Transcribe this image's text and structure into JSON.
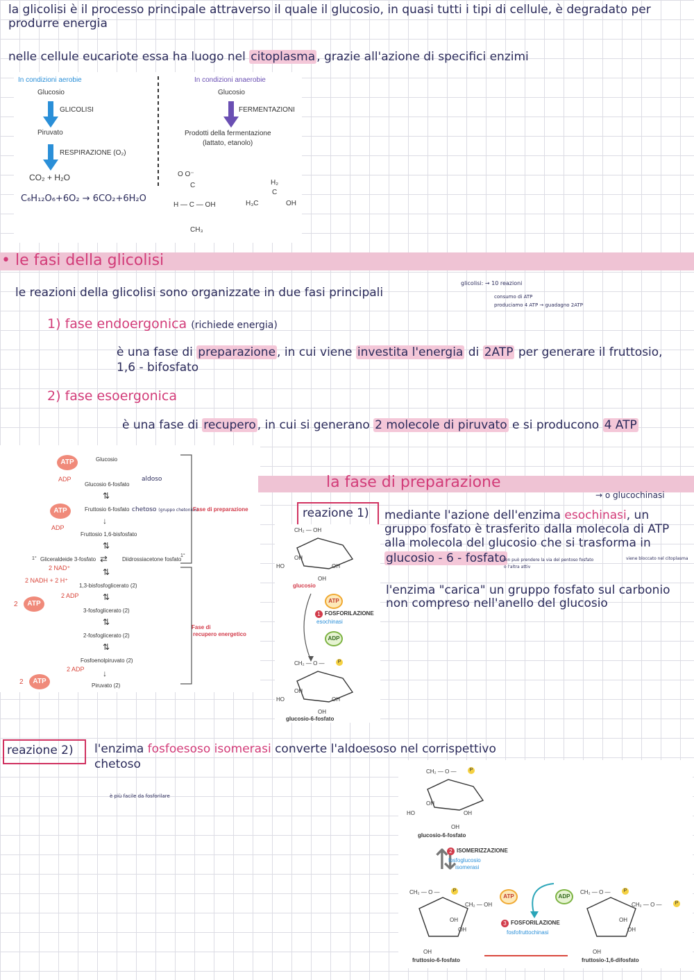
{
  "intro": {
    "line1": "la glicolisi è il processo principale attraverso il quale il glucosio, in quasi tutti i tipi di cellule, è degradato per",
    "line2": "produrre energia",
    "line3_a": "nelle cellule eucariote essa ha luogo nel ",
    "line3_hl": "citoplasma",
    "line3_b": ", grazie all'azione di specifici enzimi"
  },
  "fig1": {
    "aerobic_title": "In condizioni aerobie",
    "anaerobic_title": "In condizioni anaerobie",
    "glucose_left": "Glucosio",
    "glicolisi": "GLICOLISI",
    "piruvato": "Piruvato",
    "respirazione": "RESPIRAZIONE (O₂)",
    "co2_h2o": "CO₂ + H₂O",
    "equation": "C₆H₁₂O₆+6O₂ → 6CO₂+6H₂O",
    "glucose_right": "Glucosio",
    "fermentazioni": "FERMENTAZIONI",
    "prodotti": "Prodotti della fermentazione",
    "prodotti_sub": "(lattato, etanolo)",
    "lattato_top": "O    O⁻",
    "lattato_c": "C",
    "lattato_mid": "H — C — OH",
    "lattato_ch3": "CH₃",
    "etanolo_h2": "H₂",
    "etanolo_c": "C",
    "etanolo_left": "H₃C",
    "etanolo_right": "OH"
  },
  "section1": {
    "title": "• le fasi della glicolisi",
    "line": "le reazioni della glicolisi sono organizzate in due fasi principali",
    "side_note1": "glicolisi: → 10 reazioni",
    "side_note2": "consumo di ATP",
    "side_note3": "produciamo 4 ATP → guadagno 2ATP",
    "phase1_num": "1)",
    "phase1_title": "fase endoergonica",
    "phase1_paren": "(richiede energia)",
    "phase1_a": "è una fase di ",
    "phase1_hl1": "preparazione",
    "phase1_b": ", in cui viene ",
    "phase1_hl2": "investita l'energia",
    "phase1_c": " di ",
    "phase1_hl3": "2ATP",
    "phase1_d": " per generare il fruttosio,",
    "phase1_e": "1,6 - bifosfato",
    "phase2_num": "2)",
    "phase2_title": "fase esoergonica",
    "phase2_a": "è una fase di ",
    "phase2_hl1": "recupero",
    "phase2_b": ", in cui si generano ",
    "phase2_hl2": "2 molecole di piruvato",
    "phase2_c": " e si producono ",
    "phase2_hl3": "4 ATP"
  },
  "fig2": {
    "atp": "ATP",
    "adp": "ADP",
    "glucosio": "Glucosio",
    "aldoso": "aldoso",
    "g6p": "Glucosio 6-fosfato",
    "f6p": "Fruttosio 6-fosfato",
    "chetoso": "chetoso",
    "chetoso_note": "(gruppo chetonico)",
    "prep": "Fase di preparazione",
    "f16bp": "Fruttosio 1,6-bisfosfato",
    "g3p_num": "1°",
    "g3p": "Gliceraldeide 3-fosfato",
    "dhap": "Diidrossiacetone fosfato",
    "dhap_num": "1°",
    "nad": "2 NAD⁺",
    "nadh": "2 NADH + 2 H⁺",
    "bpg": "1,3-bisfosfoglicerato (2)",
    "two": "2",
    "two_adp": "2 ADP",
    "pg3": "3-fosfoglicerato (2)",
    "pg2": "2-fosfoglicerato (2)",
    "pep": "Fosfoenolpiruvato (2)",
    "piruvato": "Piruvato (2)",
    "recupero1": "Fase di",
    "recupero2": "recupero energetico"
  },
  "section2": {
    "title": "la fase di preparazione",
    "reazione1": "reazione 1)",
    "glucochinasi": "→ o glucochinasi",
    "r1_line1_a": "mediante l'azione dell'enzima ",
    "r1_enzyme": "esochinasi",
    "r1_line1_b": ", un",
    "r1_line2": "gruppo fosfato è trasferito dalla molecola di ATP",
    "r1_line3": "alla molecola del glucosio che si trasforma in",
    "r1_hl": "glucosio - 6 - fosfato",
    "r1_note1": "non può prendere la via del pentoso fosfato",
    "r1_note2": "o l'altra attiv",
    "r1_note3": "viene bloccato nel citoplasma",
    "r1_line4": "l'enzima \"carica\" un gruppo fosfato sul carbonio",
    "r1_line5": "non compreso nell'anello del glucosio"
  },
  "fig3": {
    "ch2oh": "CH₂ — OH",
    "oh": "OH",
    "ho": "HO",
    "glucosio": "glucosio",
    "atp": "ATP",
    "step": "1",
    "fosforilazione": "FOSFORILAZIONE",
    "esochinasi": "esochinasi",
    "adp": "ADP",
    "ch2o": "CH₂ — O —",
    "p": "P",
    "g6p": "glucosio-6-fosfato"
  },
  "section3": {
    "reazione2": "reazione 2)",
    "r2_a": "l'enzima ",
    "r2_enzyme": "fosfoesoso isomerasi",
    "r2_b": " converte l'aldoesoso nel corrispettivo",
    "r2_c": "chetoso",
    "note": "è più facile da fosforilare"
  },
  "fig4": {
    "g6p": "glucosio-6-fosfato",
    "step2": "2",
    "isomerizzazione": "ISOMERIZZAZIONE",
    "enzyme2a": "fosfoglucosio",
    "enzyme2b": "isomerasi",
    "atp": "ATP",
    "adp": "ADP",
    "step3": "3",
    "fosforilazione": "FOSFORILAZIONE",
    "enzyme3": "fosfofruttochinasi",
    "f6p": "fruttosio-6-fosfato",
    "f16dp": "fruttosio-1,6-difosfato",
    "ch2o": "CH₂ — O —",
    "ch2oh": "CH₂ — OH",
    "oh": "OH",
    "ho": "HO",
    "p": "P"
  }
}
